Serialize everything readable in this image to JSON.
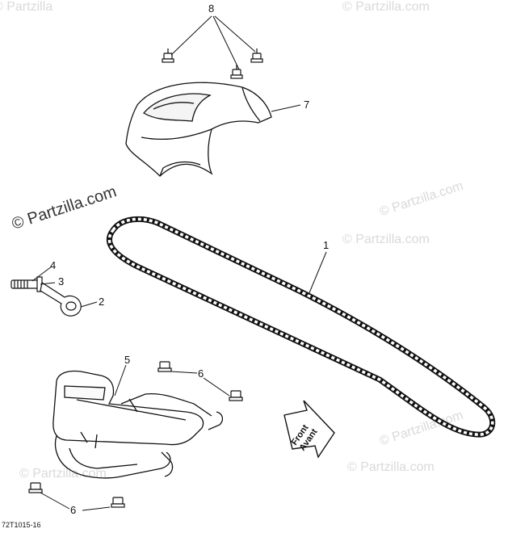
{
  "watermarks": {
    "main": "© Partzilla.com",
    "faint": "© Partzilla.com",
    "faint_short": "© Partzilla"
  },
  "callouts": [
    "1",
    "2",
    "3",
    "4",
    "5",
    "6",
    "6",
    "7",
    "8"
  ],
  "front_arrow": {
    "line1": "Front",
    "line2": "Avant"
  },
  "diagram_code": "72T1015-16"
}
